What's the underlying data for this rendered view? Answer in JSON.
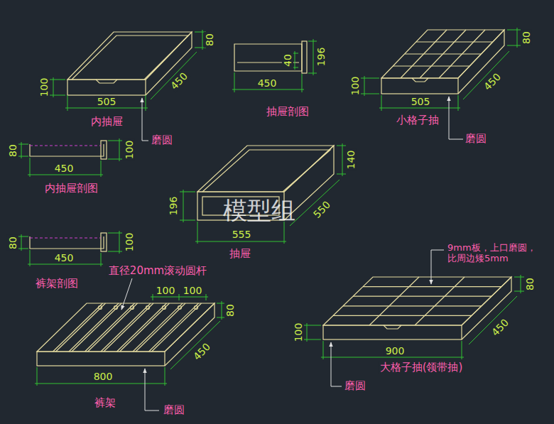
{
  "diagram": {
    "labels": [
      "80",
      "100",
      "450",
      "505",
      "内抽屉",
      "磨圆",
      "40",
      "196",
      "450",
      "抽屉剖图",
      "80",
      "100",
      "450",
      "505",
      "小格子抽",
      "磨圆",
      "80",
      "100",
      "450",
      "内抽屉剖图",
      "140",
      "196",
      "550",
      "555",
      "抽屉",
      "模型组",
      "80",
      "100",
      "450",
      "裤架剖图",
      "直径20mm滚动圆杆",
      "100",
      "100",
      "80",
      "450",
      "800",
      "裤架",
      "磨圆",
      "9mm板，上口磨圆， 比周边矮5mm",
      "100",
      "80",
      "450",
      "900",
      "大格子抽(领带抽)",
      "磨圆"
    ]
  }
}
